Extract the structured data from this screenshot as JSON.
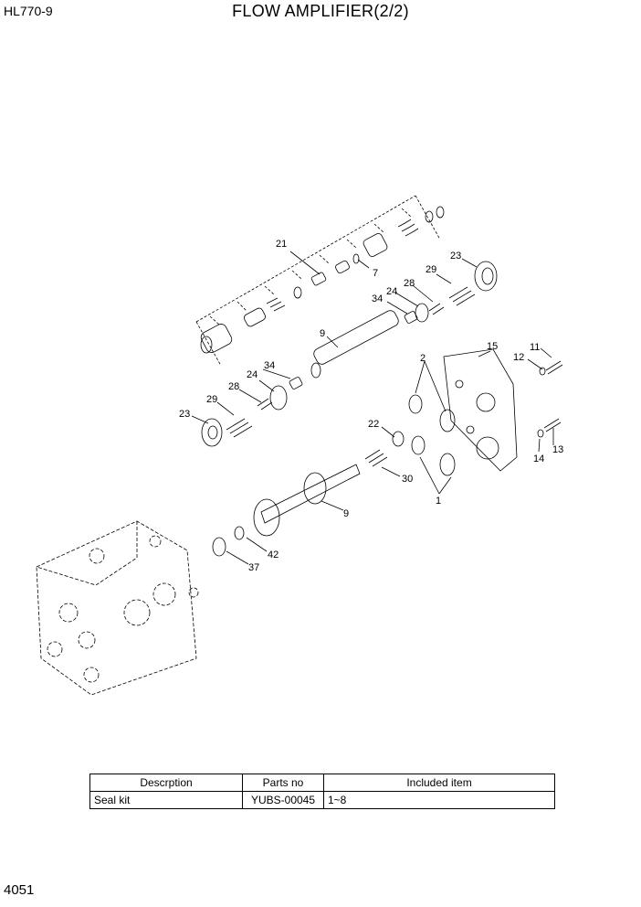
{
  "header": {
    "model": "HL770-9",
    "title": "FLOW AMPLIFIER(2/2)"
  },
  "footer": {
    "page_number": "4051"
  },
  "callouts": [
    "21",
    "7",
    "23",
    "29",
    "28",
    "24",
    "34",
    "9",
    "15",
    "11",
    "12",
    "2",
    "24",
    "34",
    "28",
    "29",
    "23",
    "22",
    "30",
    "14",
    "13",
    "1",
    "9",
    "42",
    "37"
  ],
  "kit_table": {
    "headers": [
      "Descrption",
      "Parts no",
      "Included item"
    ],
    "rows": [
      [
        "Seal kit",
        "YUBS-00045",
        "1~8"
      ]
    ]
  }
}
